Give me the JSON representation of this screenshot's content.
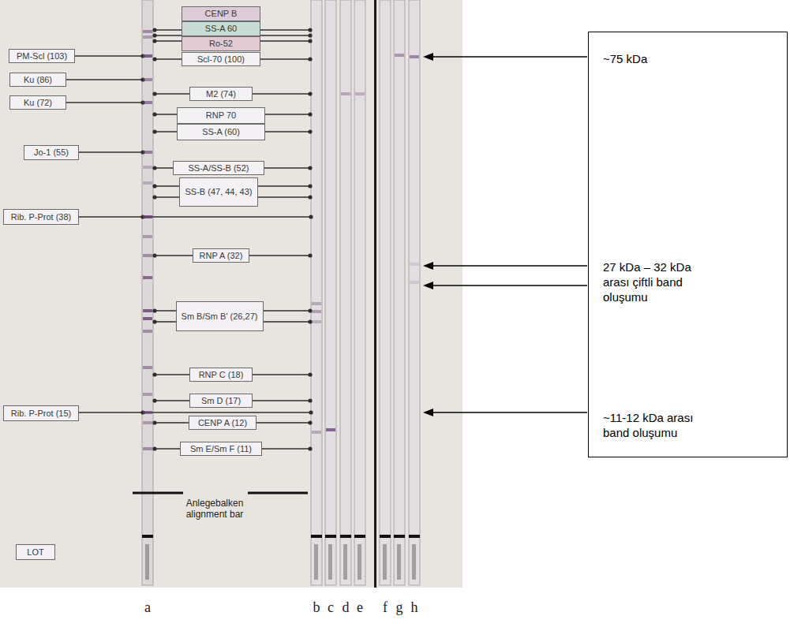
{
  "diagram": {
    "nodes": [
      {
        "text": [
          "CENP B"
        ]
      },
      {
        "text": [
          "SS-A 60"
        ]
      },
      {
        "text": [
          "Ro-52"
        ]
      },
      {
        "text": [
          "PM-Scl (103)"
        ]
      },
      {
        "text": [
          "Scl-70 (100)"
        ]
      },
      {
        "text": [
          "Ku (86)"
        ]
      },
      {
        "text": [
          "M2 (74)"
        ]
      },
      {
        "text": [
          "Ku (72)"
        ]
      },
      {
        "text": [
          "RNP 70"
        ]
      },
      {
        "text": [
          "SS-A (60)"
        ]
      },
      {
        "text": [
          "Jo-1 (55)"
        ]
      },
      {
        "text": [
          "SS-A/SS-B (52)"
        ]
      },
      {
        "text": [
          "SS-B (47, 44, 43)"
        ]
      },
      {
        "text": [
          "Rib. P-Prot (38)"
        ]
      },
      {
        "text": [
          "RNP A (32)"
        ]
      },
      {
        "text": [
          "Sm B/Sm B' (26,27)"
        ]
      },
      {
        "text": [
          "RNP C (18)"
        ]
      },
      {
        "text": [
          "Sm D (17)"
        ]
      },
      {
        "text": [
          "Rib. P-Prot (15)"
        ]
      },
      {
        "text": [
          "CENP A (12)"
        ]
      },
      {
        "text": [
          "Sm E/Sm F (11)"
        ]
      },
      {
        "text": [
          "LOT"
        ]
      },
      {
        "text": [
          "~75 kDa",
          "27 kDa – 32 kDa arası çiftli band oluşumu",
          "~11-12 kDa arası band oluşumu"
        ]
      }
    ],
    "labels": [
      "Anlegebalken alignment bar",
      "a",
      "b",
      "c",
      "d",
      "e",
      "f",
      "g",
      "h"
    ]
  }
}
